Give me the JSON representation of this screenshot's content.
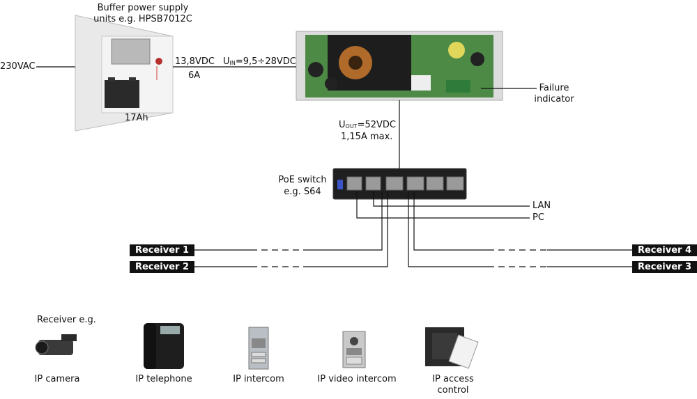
{
  "psu": {
    "title_line1": "Buffer power supply",
    "title_line2": "units e.g. HPSB7012C",
    "battery": "17Ah"
  },
  "input_voltage": "230VAC",
  "psu_output": {
    "voltage": "13,8VDC",
    "current": "6A"
  },
  "converter": {
    "uin_prefix": "U",
    "uin_sub": "IN",
    "uin_value": "=9,5÷28VDC",
    "uout_prefix": "U",
    "uout_sub": "OUT",
    "uout_value": "=52VDC",
    "uout_current": "1,15A max.",
    "failure_line1": "Failure",
    "failure_line2": "indicator"
  },
  "switch": {
    "line1": "PoE switch",
    "line2": "e.g. S64"
  },
  "ports": {
    "lan": "LAN",
    "pc": "PC"
  },
  "receivers": {
    "r1": "Receiver 1",
    "r2": "Receiver 2",
    "r3": "Receiver 3",
    "r4": "Receiver 4"
  },
  "devices": {
    "heading": "Receiver e.g.",
    "camera": "IP camera",
    "telephone": "IP telephone",
    "intercom": "IP intercom",
    "video_intercom": "IP video intercom",
    "access_line1": "IP access",
    "access_line2": "control"
  }
}
